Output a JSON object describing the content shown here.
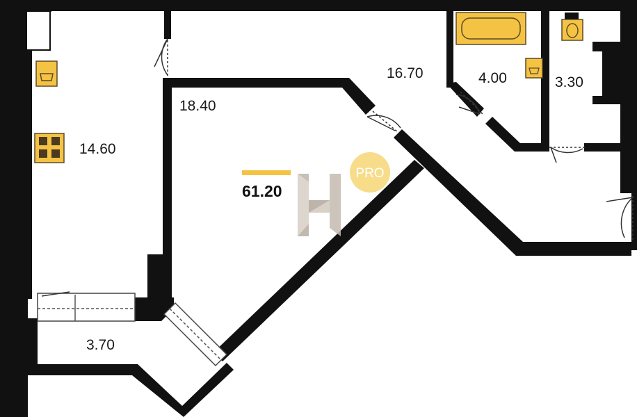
{
  "plan": {
    "total_area": "61.20",
    "badge": "PRO",
    "rooms": {
      "kitchen": "14.60",
      "living": "18.40",
      "hall": "16.70",
      "bathroom": "4.00",
      "toilet": "3.30",
      "balcony": "3.70"
    }
  },
  "colors": {
    "wall": "#111111",
    "fixture": "#f5c343",
    "fixture_outline": "#5a4a2a",
    "accent_bar": "#f5c343",
    "badge_bg": "#f7dc8a",
    "badge_text": "#ffffff",
    "logo_gray": "#c9c1b8"
  },
  "icons": {
    "logo": "h-logo-icon",
    "sink": "sink-icon",
    "stove": "stove-icon",
    "bathtub": "bathtub-icon",
    "toilet": "toilet-icon"
  }
}
